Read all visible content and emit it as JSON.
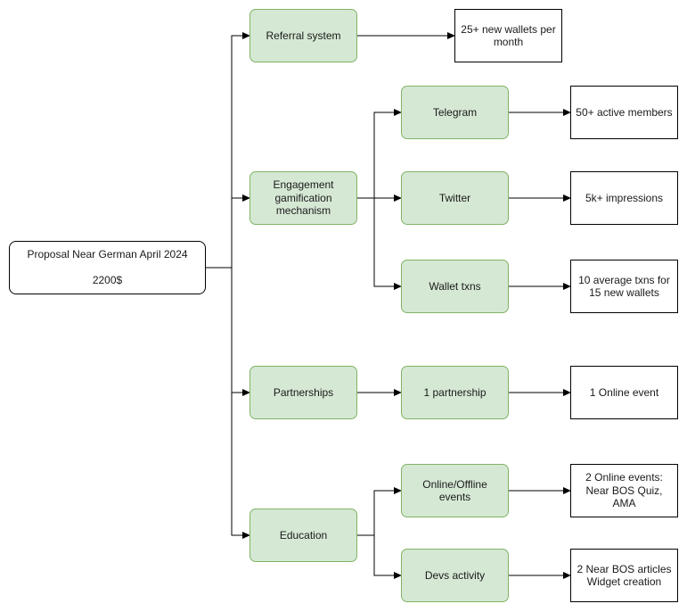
{
  "nodes": {
    "root": {
      "line1": "Proposal Near German April 2024",
      "line2": "2200$"
    },
    "referral": "Referral system",
    "referral_out": {
      "line1": "25+ new wallets per",
      "line2": "month"
    },
    "engagement": {
      "line1": "Engagement",
      "line2": "gamification",
      "line3": "mechanism"
    },
    "telegram": "Telegram",
    "telegram_out": "50+ active members",
    "twitter": "Twitter",
    "twitter_out": "5k+ impressions",
    "wallet": "Wallet txns",
    "wallet_out": {
      "line1": "10 average txns for",
      "line2": "15 new wallets"
    },
    "partnerships": "Partnerships",
    "partnership": "1 partnership",
    "partnership_out": "1 Online event",
    "education": "Education",
    "events": "Online/Offline events",
    "events_out": {
      "line1": "2 Online events:",
      "line2": "Near BOS Quiz, AMA"
    },
    "devs": "Devs activity",
    "devs_out": {
      "line1": "2 Near BOS articles",
      "line2": "Widget creation"
    }
  },
  "colors": {
    "green_fill": "#d5e8d4",
    "green_stroke": "#82b366",
    "line": "#000000"
  }
}
